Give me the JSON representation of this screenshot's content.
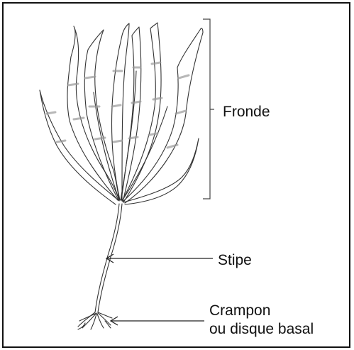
{
  "labels": {
    "fronde": "Fronde",
    "stipe": "Stipe",
    "crampon_line1": "Crampon",
    "crampon_line2": "ou disque basal"
  },
  "parts": [
    "frond",
    "stipe",
    "holdfast"
  ],
  "colors": {
    "ink": "#333333",
    "band": "#9a9a9a",
    "border": "#111111"
  }
}
